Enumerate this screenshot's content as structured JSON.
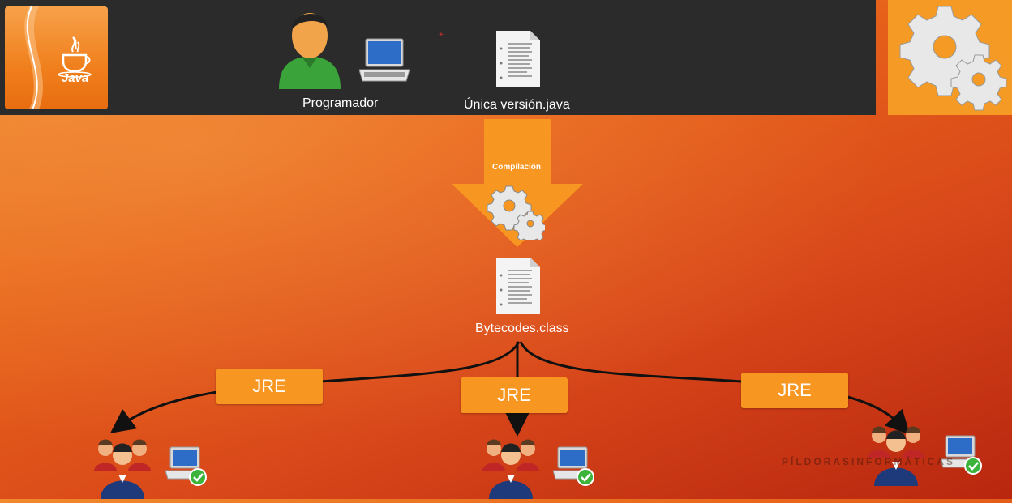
{
  "topbar": {
    "java_logo_text": "Java",
    "programmer_label": "Programador",
    "source_file_label": "Única versión.java"
  },
  "compilation": {
    "label": "Compilación"
  },
  "bytecode": {
    "label": "Bytecodes.class"
  },
  "jre_boxes": [
    {
      "label": "JRE"
    },
    {
      "label": "JRE"
    },
    {
      "label": "JRE"
    }
  ],
  "watermark": "PÍLDORASINFORMÁTICAS",
  "colors": {
    "accent_orange": "#f79620",
    "topbar": "#2b2b2b",
    "check_green": "#3cb43c"
  },
  "icons": [
    "java-logo-icon",
    "gear-icon",
    "programmer-icon",
    "laptop-icon",
    "document-icon",
    "user-group-icon",
    "checkmark-icon"
  ]
}
